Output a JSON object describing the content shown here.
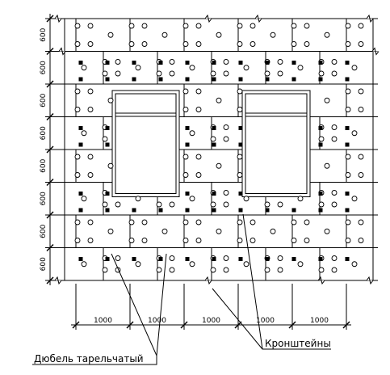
{
  "drawing": {
    "row_height_label": "600",
    "column_width_label": "1000",
    "row_count": 8,
    "column_count": 5,
    "window_count": 2,
    "callouts": {
      "dowel": "Дюбель тарельчатый",
      "brackets": "Кронштейны"
    },
    "symbols": {
      "dowel": "open-circle",
      "bracket": "filled-square"
    },
    "line_color": "#000000",
    "background": "#ffffff"
  }
}
